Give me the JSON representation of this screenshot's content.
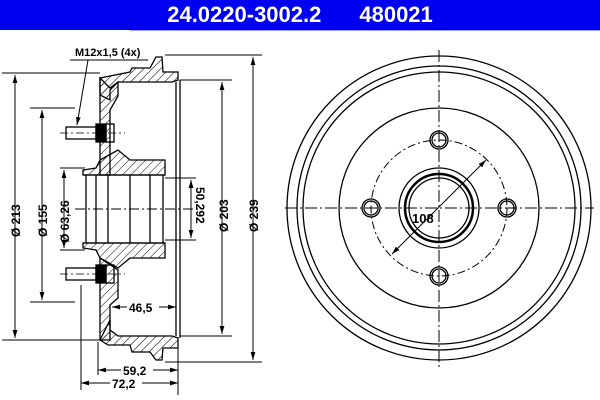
{
  "header": {
    "part_number": "24.0220-3002.2",
    "reference_number": "480021",
    "background_color": "#0000f0",
    "text_color": "#ffffff"
  },
  "side_view": {
    "thread_label": "M12x1,5 (4x)",
    "dimensions": {
      "outer_flange_diameter": "Ø 213",
      "bolt_circle_diameter": "Ø 155",
      "hub_bore_diameter": "Ø 63,26",
      "inner_bore": "50,292",
      "braking_surface_diameter": "Ø 203",
      "outer_diameter": "Ø 239",
      "braking_surface_depth": "46,5",
      "drum_depth": "59,2",
      "total_height": "72,2"
    }
  },
  "front_view": {
    "pitch_circle_label": "108",
    "bolt_holes": 4
  }
}
